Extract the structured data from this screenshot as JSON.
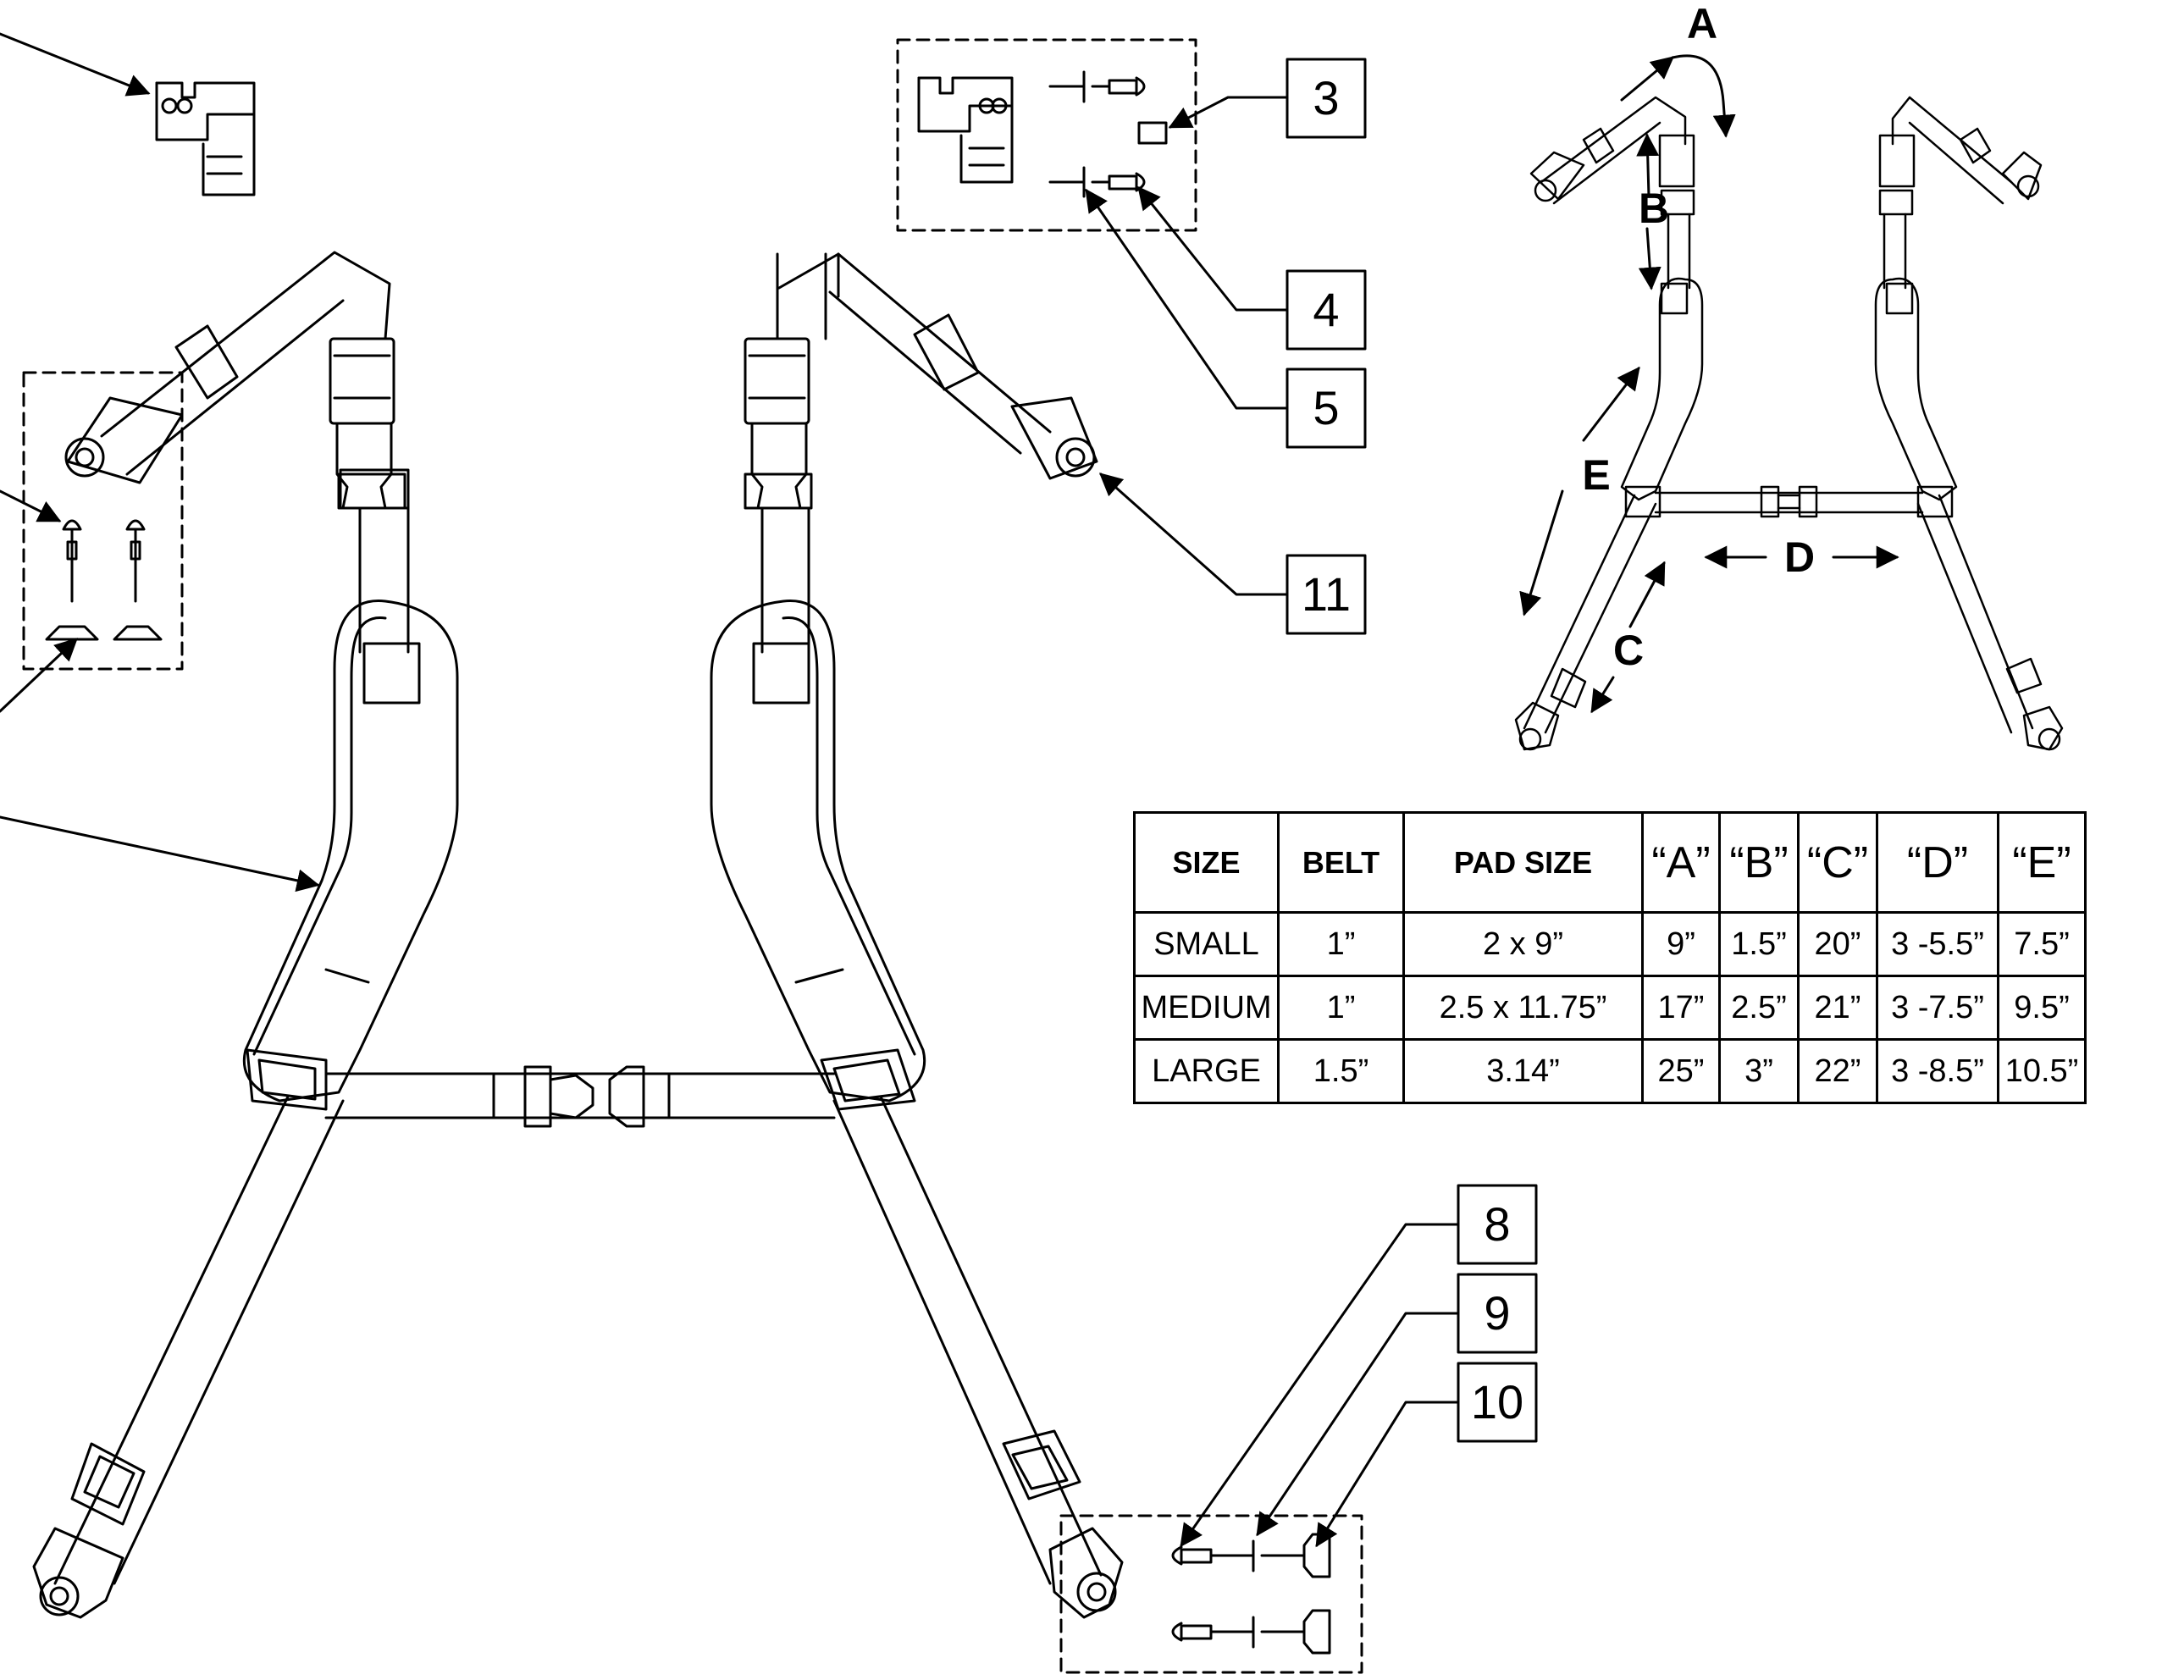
{
  "callouts": {
    "c3": "3",
    "c4": "4",
    "c5": "5",
    "c8": "8",
    "c9": "9",
    "c10": "10",
    "c11": "11"
  },
  "dimensions": {
    "a": "A",
    "b": "B",
    "c": "C",
    "d": "D",
    "e": "E"
  },
  "table": {
    "headers": [
      "SIZE",
      "BELT",
      "PAD SIZE",
      "“A”",
      "“B”",
      "“C”",
      "“D”",
      "“E”"
    ],
    "rows": [
      [
        "SMALL",
        "1”",
        "2 x 9”",
        "9”",
        "1.5”",
        "20”",
        "3 -5.5”",
        "7.5”"
      ],
      [
        "MEDIUM",
        "1”",
        "2.5 x 11.75”",
        "17”",
        "2.5”",
        "21”",
        "3 -7.5”",
        "9.5”"
      ],
      [
        "LARGE",
        "1.5”",
        "3.14”",
        "25”",
        "3”",
        "22”",
        "3 -8.5”",
        "10.5”"
      ]
    ]
  }
}
